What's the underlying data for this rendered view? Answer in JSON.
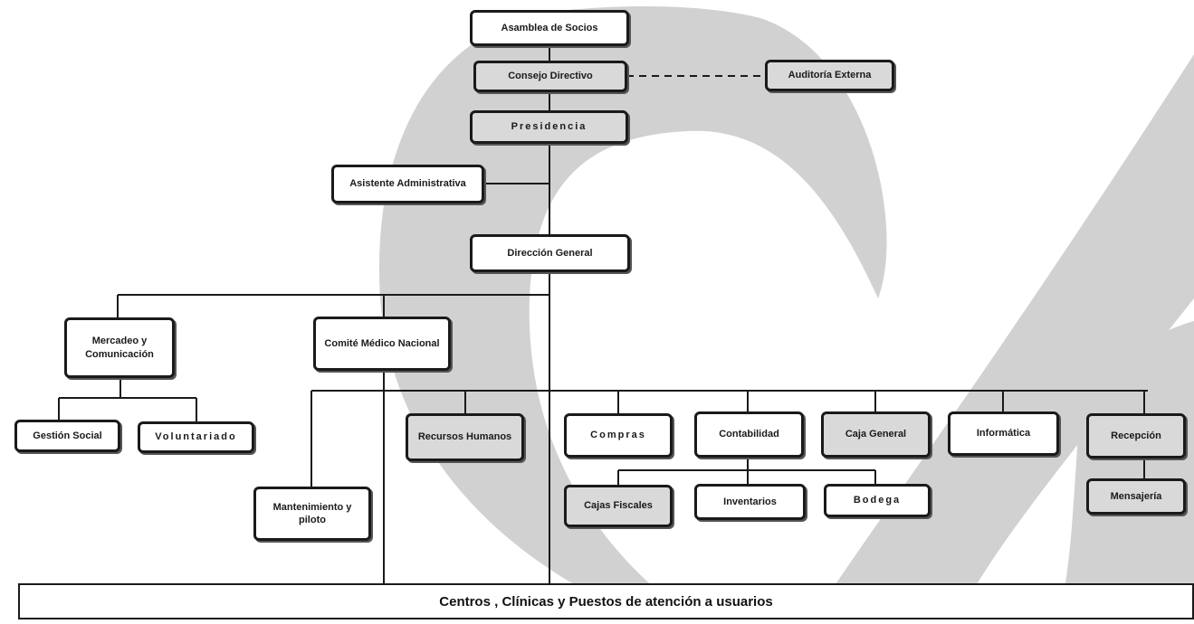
{
  "org_chart": {
    "nodes": {
      "asamblea": "Asamblea de Socios",
      "consejo": "Consejo Directivo",
      "auditoria": "Auditoría Externa",
      "presidencia": "Presidencia",
      "asistente": "Asistente Administrativa",
      "direccion": "Dirección General",
      "mercadeo": "Mercadeo y Comunicación",
      "comite": "Comité Médico Nacional",
      "gestion": "Gestión Social",
      "voluntariado": "Voluntariado",
      "rrhh": "Recursos Humanos",
      "compras": "Compras",
      "contabilidad": "Contabilidad",
      "caja_general": "Caja General",
      "informatica": "Informática",
      "recepcion": "Recepción",
      "mantenimiento": "Mantenimiento y piloto",
      "cajas_fiscales": "Cajas Fiscales",
      "inventarios": "Inventarios",
      "bodega": "Bodega",
      "mensajeria": "Mensajería",
      "centros": "Centros , Clínicas y Puestos de atención a usuarios"
    },
    "colors": {
      "box_border": "#1a1a1a",
      "gray_box": "#d9d9d9",
      "watermark": "#c8c8c8"
    }
  }
}
